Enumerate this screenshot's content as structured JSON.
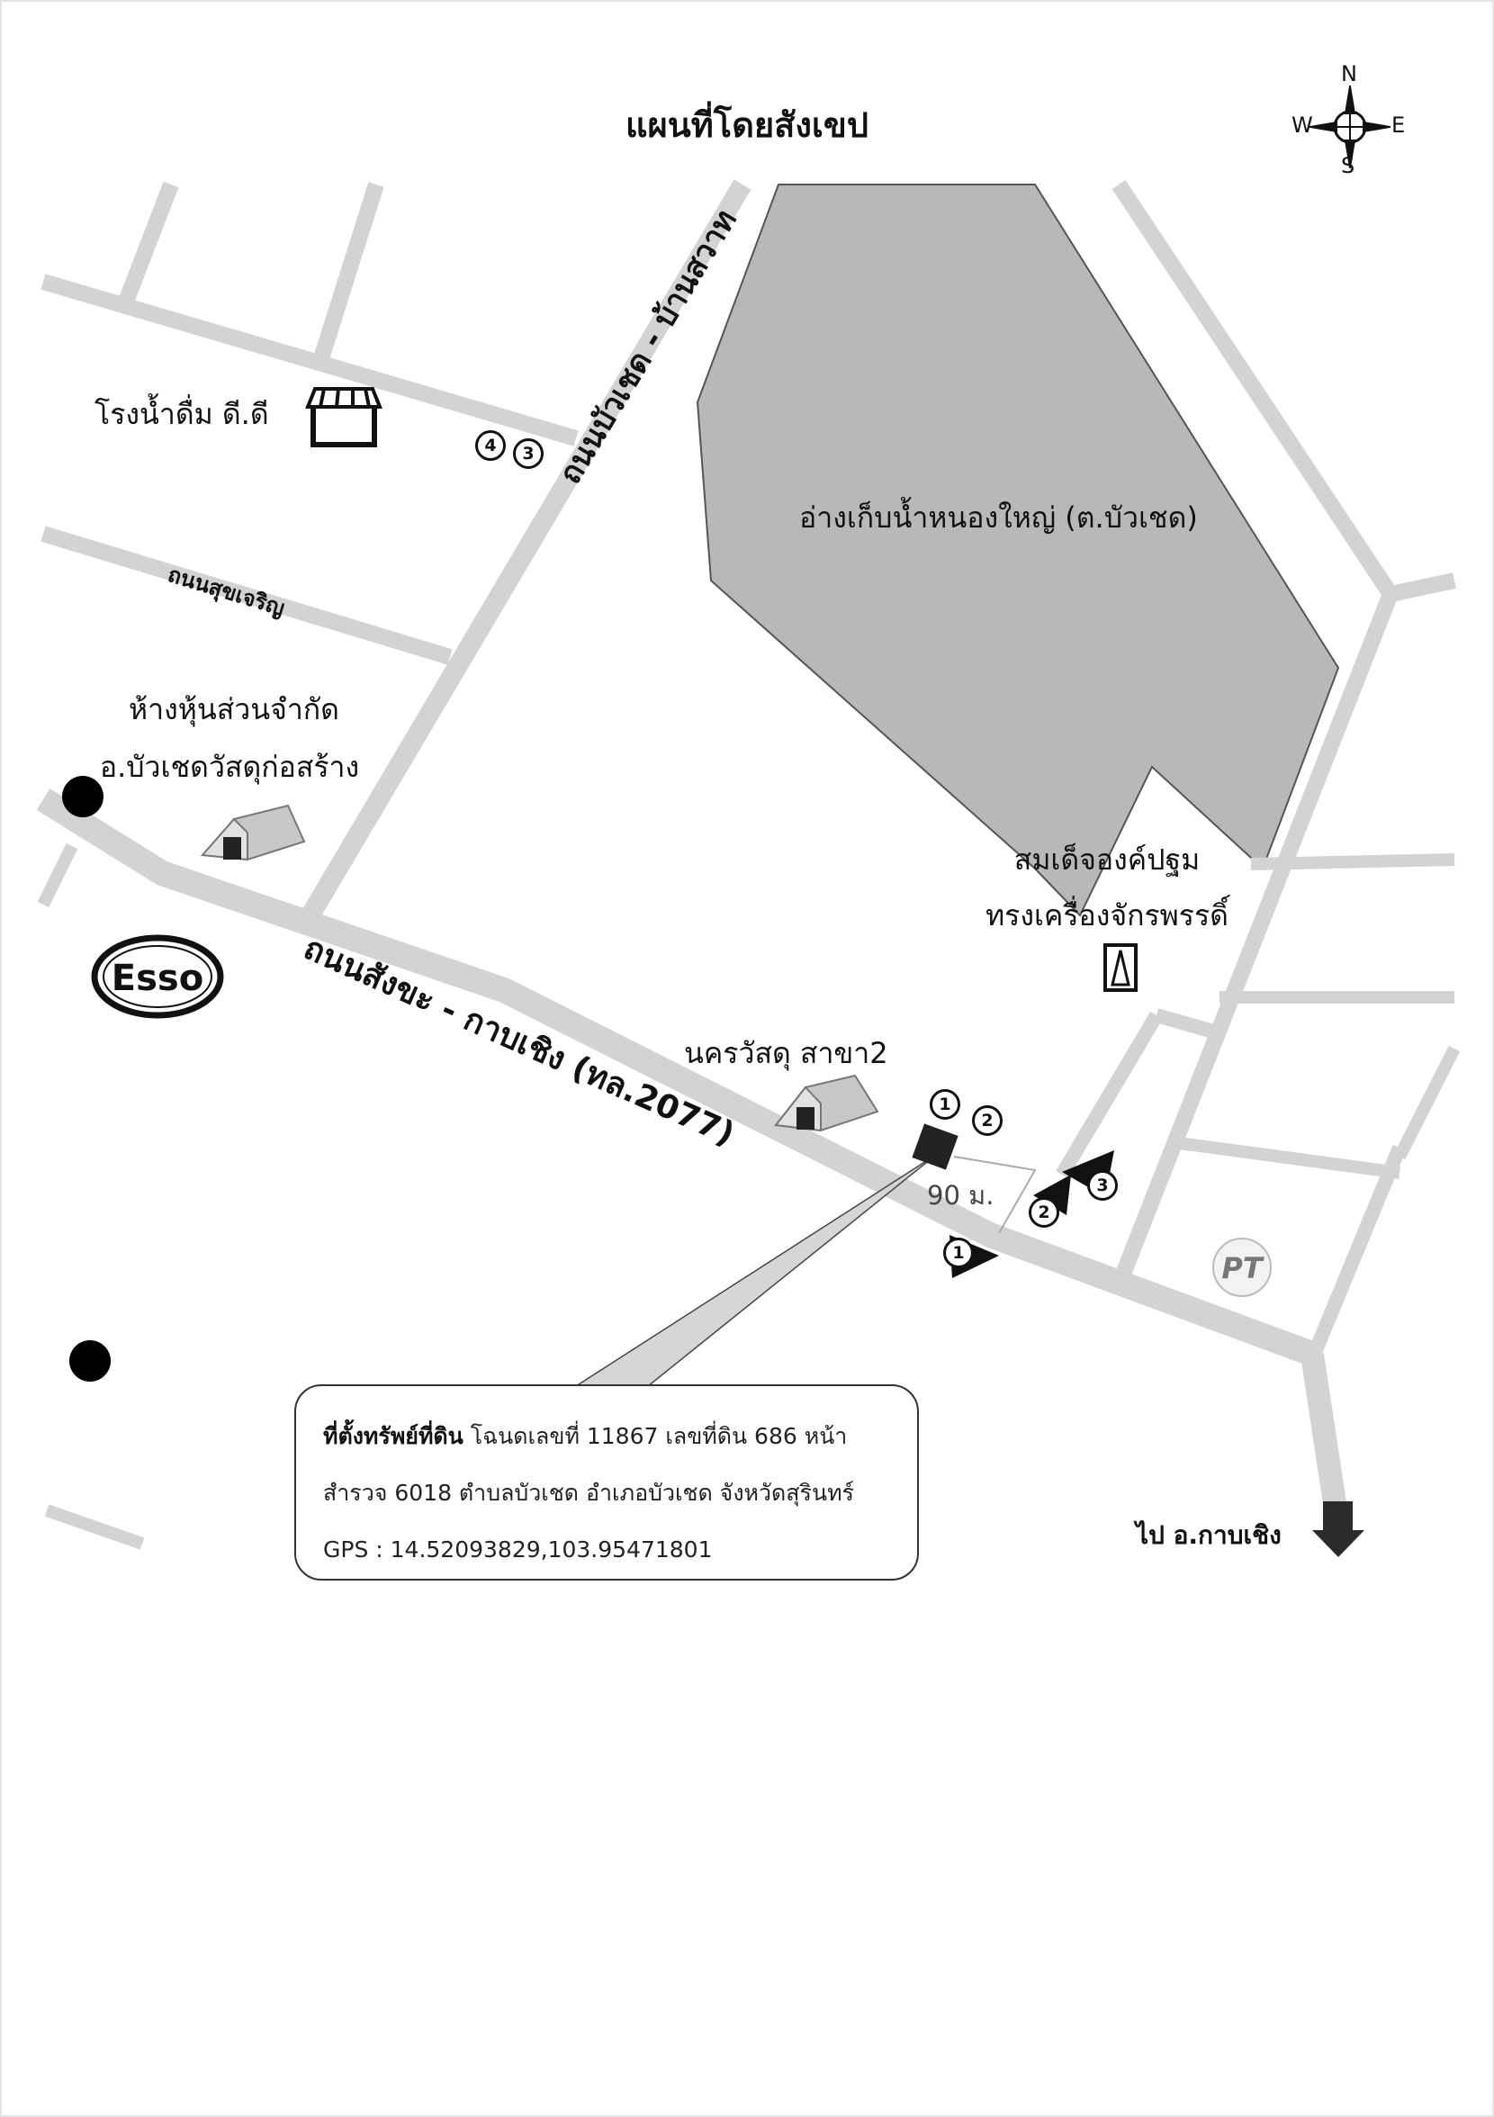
{
  "map": {
    "title": "แผนที่โดยสังเขป",
    "compass": {
      "n": "N",
      "s": "S",
      "e": "E",
      "w": "W"
    },
    "roads": {
      "bua_chet_ban_sawat": "ถนนบัวเชด - บ้านสวาท",
      "suk_charoen": "ถนนสุขเจริญ",
      "sangkha_kap_choeng": "ถนนสังขะ - กาบเชิง (ทล.2077)"
    },
    "places": {
      "water_factory": "โรงน้ำดื่ม ดี.ดี",
      "reservoir": "อ่างเก็บน้ำหนองใหญ่ (ต.บัวเชด)",
      "hardware_line1": "ห้างหุ้นส่วนจำกัด",
      "hardware_line2": "อ.บัวเชดวัสดุก่อสร้าง",
      "monument_line1": "สมเด็จองค์ปฐม",
      "monument_line2": "ทรงเครื่องจักรพรรดิ์",
      "nakhon_wasadu": "นครวัสดุ สาขา2",
      "esso_logo": "Esso",
      "pt_logo": "PT"
    },
    "distance": "90 ม.",
    "to_kap_choeng": "ไป อ.กาบเชิง",
    "photo_markers": [
      "1",
      "2",
      "3",
      "4"
    ],
    "property": {
      "heading": "ที่ตั้งทรัพย์ที่ดิน",
      "line1_rest": " โฉนดเลขที่ 11867 เลขที่ดิน 686 หน้า",
      "line2": "สำรวจ 6018 ตำบลบัวเชด อำเภอบัวเชด จังหวัดสุรินทร์",
      "gps": "GPS : 14.52093829,103.95471801"
    },
    "colors": {
      "road": "#d3d3d3",
      "reservoir": "#b9b9b9",
      "property": "#222222"
    }
  }
}
